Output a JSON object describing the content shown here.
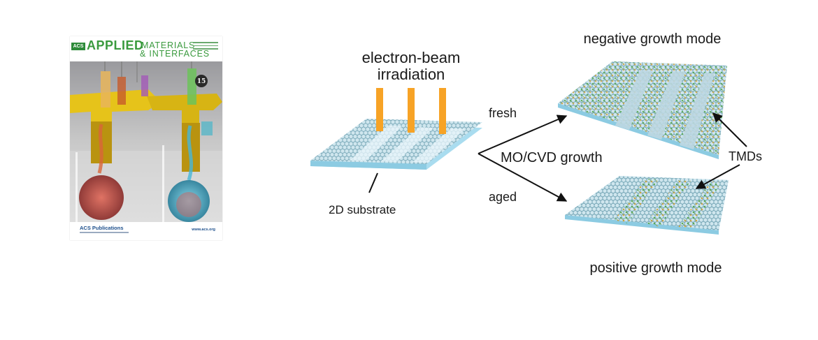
{
  "cover": {
    "acs_badge": "ACS",
    "title_word1": "APPLIED",
    "title_word2": "MATERIALS",
    "title_amp": "&",
    "title_word3": "INTERFACES",
    "publisher": "ACS Publications",
    "issue_number": "15",
    "website": "www.acs.org"
  },
  "diagram": {
    "beam_label_line1": "electron-beam",
    "beam_label_line2": "irradiation",
    "substrate_label": "2D substrate",
    "fresh_label": "fresh",
    "aged_label": "aged",
    "growth_label": "MO/CVD growth",
    "negative_mode_label": "negative growth mode",
    "positive_mode_label": "positive growth mode",
    "tmds_label": "TMDs"
  },
  "colors": {
    "substrate_edge": "#a9dcef",
    "lattice": "#5f96a8",
    "beam": "#f7a326",
    "tmd_green": "#4fa84a",
    "tmd_orange": "#e0a23a"
  }
}
